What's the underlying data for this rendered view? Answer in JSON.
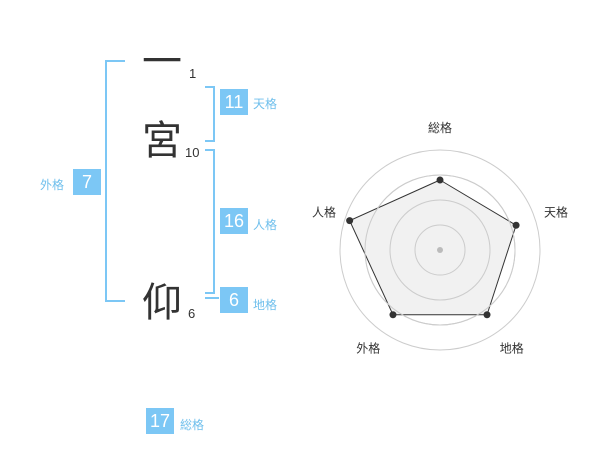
{
  "name": {
    "chars": [
      {
        "char": "一",
        "strokes": "1"
      },
      {
        "char": "宮",
        "strokes": "10"
      },
      {
        "char": "仰",
        "strokes": "6"
      }
    ]
  },
  "fortune": {
    "tenkaku": {
      "value": "11",
      "label": "天格"
    },
    "jinkaku": {
      "value": "16",
      "label": "人格"
    },
    "chikaku": {
      "value": "6",
      "label": "地格"
    },
    "gaikaku": {
      "value": "7",
      "label": "外格"
    },
    "soukaku": {
      "value": "17",
      "label": "総格"
    }
  },
  "chart_data": {
    "type": "radar",
    "axes": [
      "総格",
      "天格",
      "地格",
      "外格",
      "人格"
    ],
    "values": [
      0.7,
      0.8,
      0.8,
      0.8,
      0.95
    ],
    "range": [
      0,
      1
    ],
    "rings": 4,
    "colors": {
      "fill": "#eeeeee",
      "line": "#333333",
      "ring": "#cccccc",
      "center": "#bbbbbb"
    }
  }
}
